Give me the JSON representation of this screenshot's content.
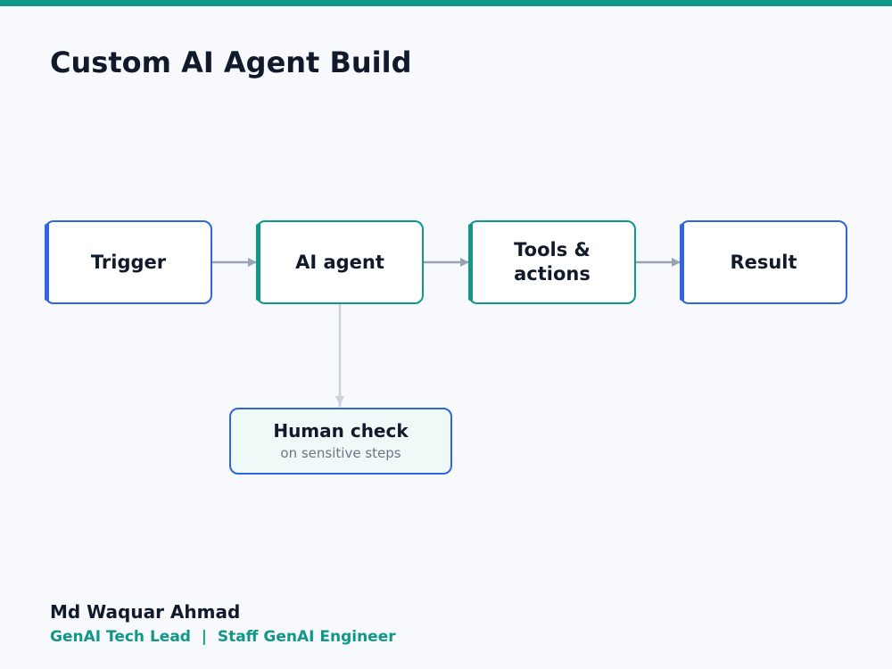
{
  "title": "Custom AI Agent Build",
  "nodes": {
    "trigger": "Trigger",
    "agent": "AI agent",
    "tools": "Tools & actions",
    "result": "Result"
  },
  "human_check": {
    "title": "Human check",
    "subtitle": "on sensitive steps"
  },
  "footer": {
    "author": "Md Waquar Ahmad",
    "role": "GenAI Tech Lead  |  Staff GenAI Engineer"
  },
  "colors": {
    "accent_teal": "#11968a",
    "accent_blue": "#2f66e0",
    "connector_main": "#97a3b5",
    "connector_branch": "#cbd2dd",
    "background": "#f7f9fc",
    "title_text": "#111a2b"
  }
}
